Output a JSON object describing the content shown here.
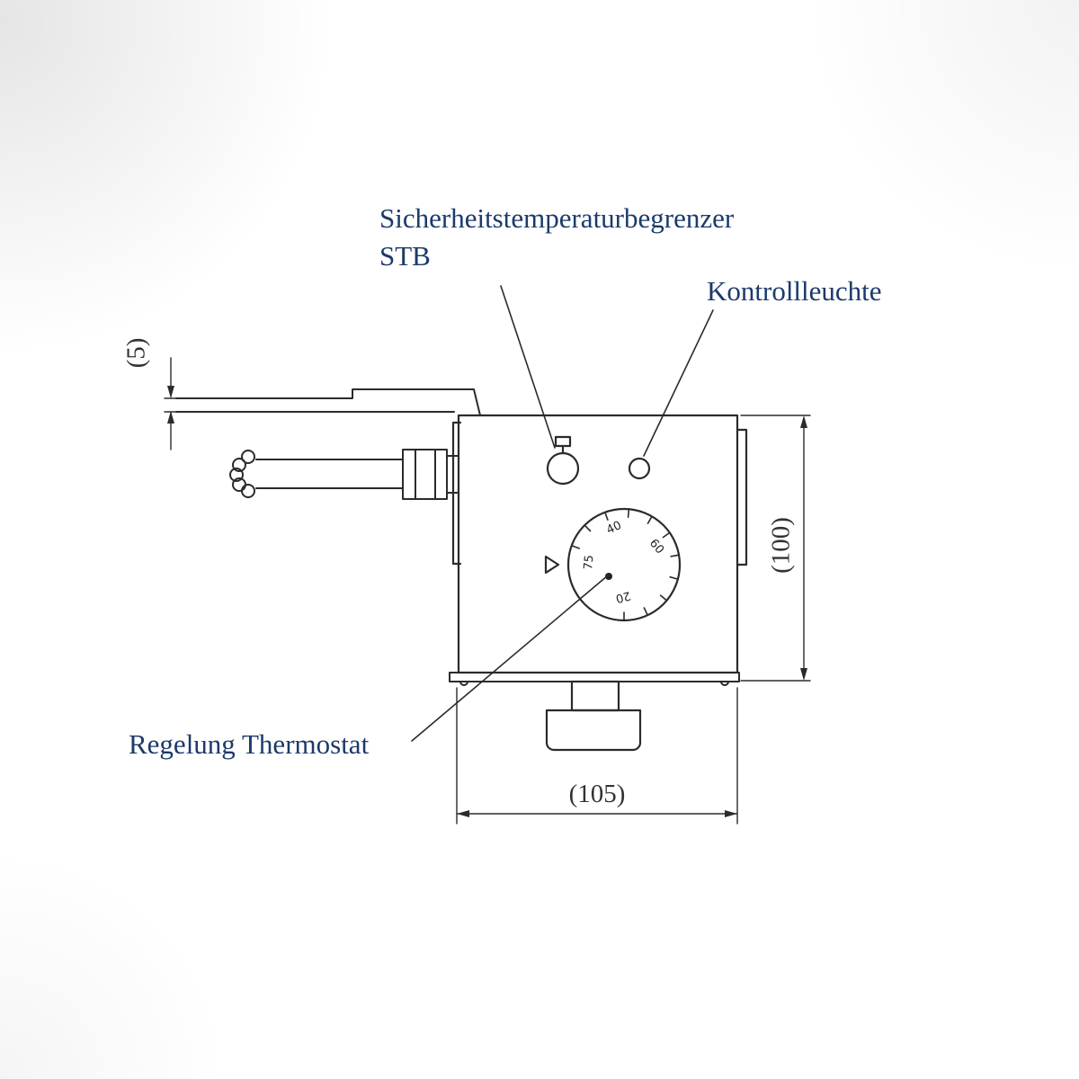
{
  "diagram": {
    "labels": {
      "safety_limiter_line1": "Sicherheitstemperaturbegrenzer",
      "safety_limiter_line2": "STB",
      "indicator_light": "Kontrollleuchte",
      "thermostat": "Regelung Thermostat"
    },
    "dimensions": {
      "flange_thickness": "(5)",
      "height": "(100)",
      "width": "(105)"
    },
    "dial": {
      "labels": [
        {
          "text": "40"
        },
        {
          "text": "60"
        },
        {
          "text": "75"
        },
        {
          "text": "20"
        }
      ]
    }
  },
  "colors": {
    "label_text": "#1c3a6b",
    "line": "#2b2b2b",
    "dimension_text": "#333333"
  }
}
